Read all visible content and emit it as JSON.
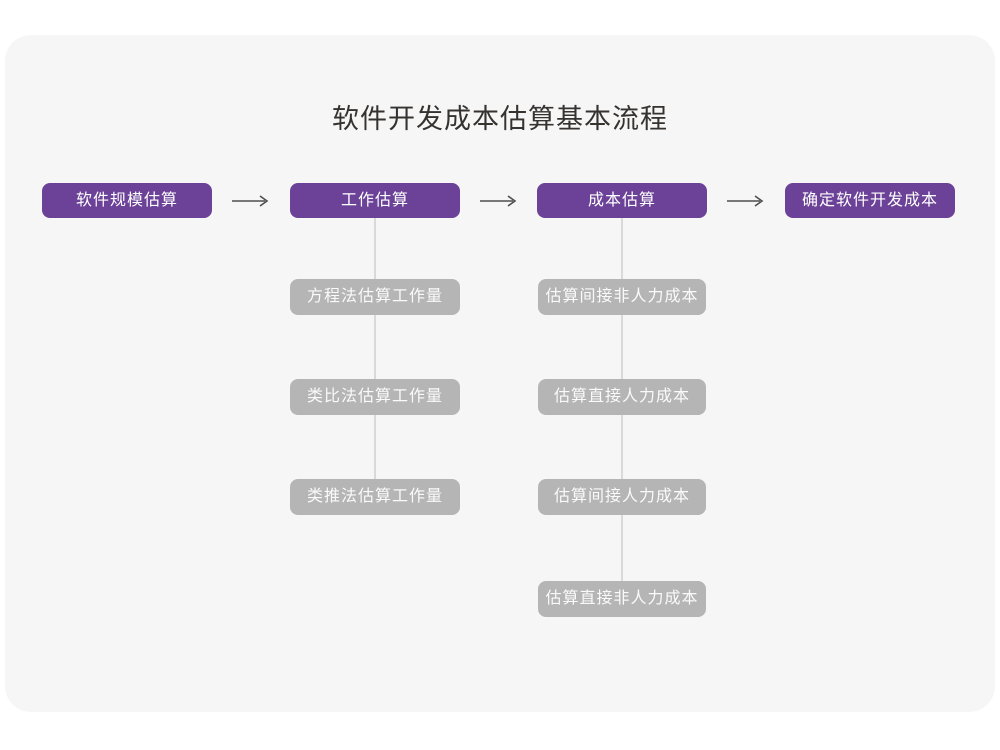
{
  "title": "软件开发成本估算基本流程",
  "colors": {
    "card_background": "#f6f6f7",
    "primary_node": "#6b4297",
    "secondary_node": "#b5b5b5",
    "connector_line": "#d9d9d9",
    "arrow": "#4f4f4f",
    "title_text": "#35322f"
  },
  "flow": {
    "steps": [
      {
        "label": "软件规模估算"
      },
      {
        "label": "工作估算"
      },
      {
        "label": "成本估算"
      },
      {
        "label": "确定软件开发成本"
      }
    ],
    "work_methods": [
      {
        "label": "方程法估算工作量"
      },
      {
        "label": "类比法估算工作量"
      },
      {
        "label": "类推法估算工作量"
      }
    ],
    "cost_items": [
      {
        "label": "估算间接非人力成本"
      },
      {
        "label": "估算直接人力成本"
      },
      {
        "label": "估算间接人力成本"
      },
      {
        "label": "估算直接非人力成本"
      }
    ]
  }
}
